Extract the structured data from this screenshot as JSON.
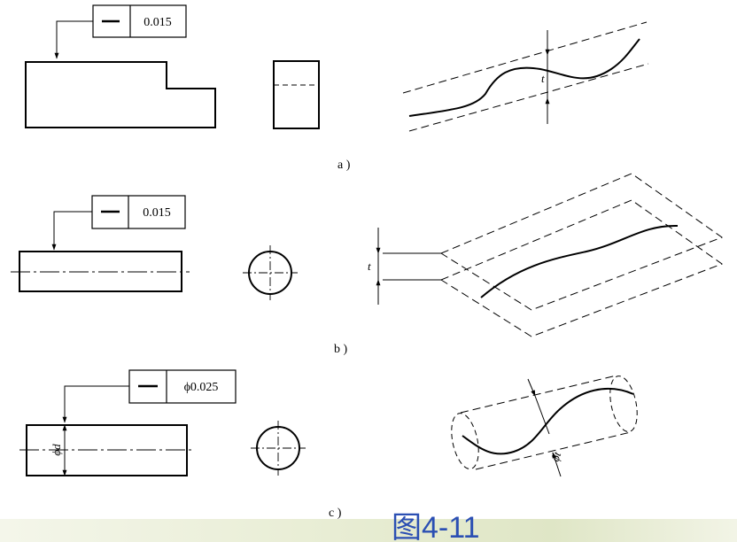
{
  "figure_caption": "图4-11",
  "caption_color": "#2b4fb3",
  "panels": {
    "a": {
      "label": "a )",
      "frame": {
        "symbol": "—",
        "tolerance": "0.015"
      },
      "zone_symbol": "t"
    },
    "b": {
      "label": "b )",
      "frame": {
        "symbol": "—",
        "tolerance": "0.015"
      },
      "zone_symbol": "t"
    },
    "c": {
      "label": "c )",
      "frame": {
        "symbol": "—",
        "tolerance": "ϕ0.025"
      },
      "dim_label": "ϕd",
      "zone_symbol": "ϕt"
    }
  }
}
